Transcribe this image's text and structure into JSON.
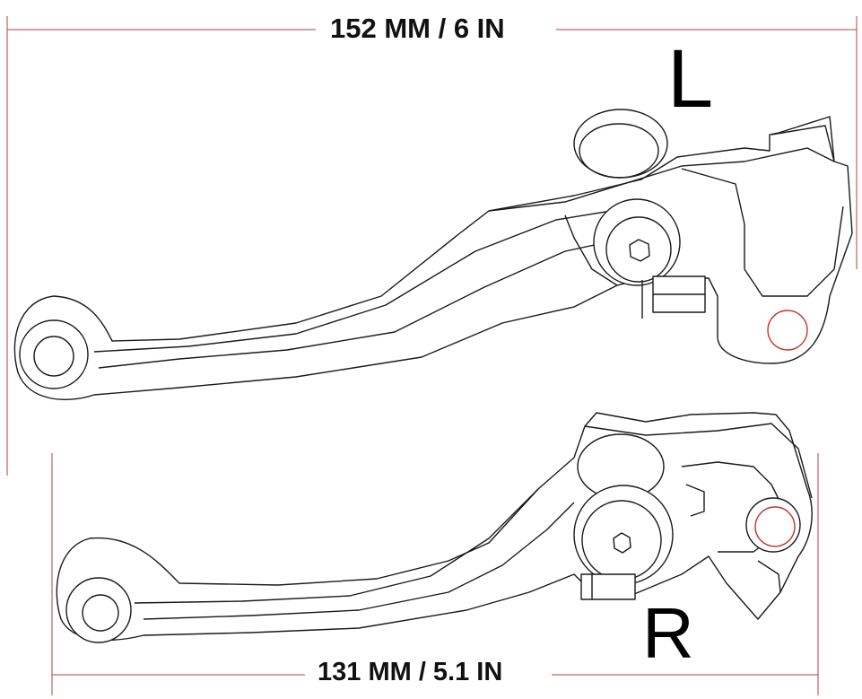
{
  "dimensions": {
    "top_label": "152 MM / 6 IN",
    "bottom_label": "131 MM / 5.1 IN"
  },
  "levers": {
    "left_letter": "L",
    "right_letter": "R"
  },
  "colors": {
    "outline": "#1a1a1a",
    "dimension_line": "#b04040",
    "hole_accent": "#c0392b",
    "background": "#ffffff"
  }
}
